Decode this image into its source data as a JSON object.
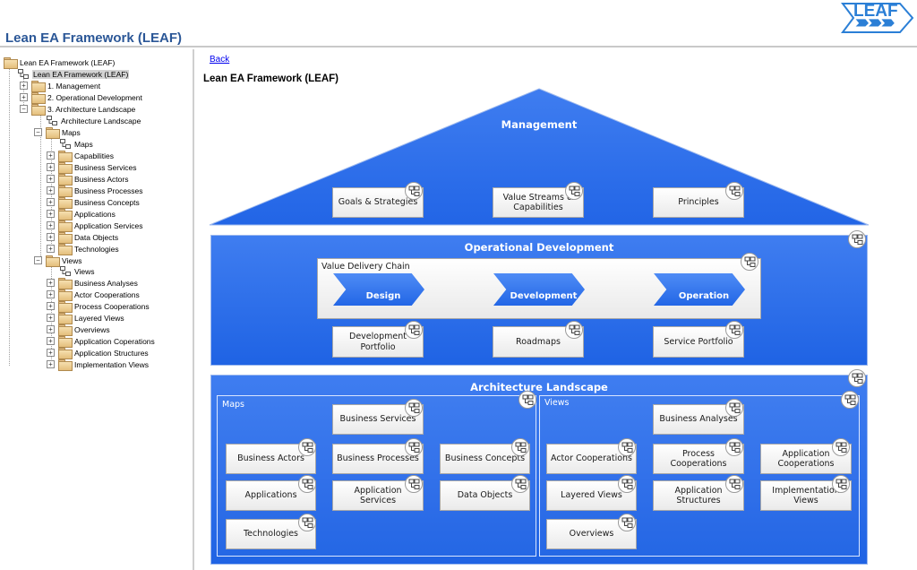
{
  "app": {
    "title": "Lean EA Framework (LEAF)",
    "logo_text": "LEAF",
    "accent_color": "#2b5797"
  },
  "tree": {
    "root": "Lean EA Framework (LEAF)",
    "root_diagram": "Lean EA Framework (LEAF)",
    "management": "1. Management",
    "operational": "2. Operational Development",
    "architecture": "3. Architecture Landscape",
    "architecture_diagram": "Architecture Landscape",
    "maps": "Maps",
    "maps_diagram": "Maps",
    "maps_items": [
      "Capabilities",
      "Business Services",
      "Business Actors",
      "Business Processes",
      "Business Concepts",
      "Applications",
      "Application Services",
      "Data Objects",
      "Technologies"
    ],
    "views": "Views",
    "views_diagram": "Views",
    "views_items": [
      "Business Analyses",
      "Actor Cooperations",
      "Process Cooperations",
      "Layered Views",
      "Overviews",
      "Application Coperations",
      "Application Structures",
      "Implementation Views"
    ]
  },
  "content": {
    "back_label": "Back",
    "diagram_title": "Lean EA Framework (LEAF)"
  },
  "diagram": {
    "colors": {
      "section_blue": "#2a6ee8",
      "box_bg": "#f4f4f4"
    },
    "management": {
      "title": "Management",
      "boxes": [
        "Goals & Strategies",
        "Value Streams & Capabilities",
        "Principles"
      ]
    },
    "operational": {
      "title": "Operational Development",
      "vdc_label": "Value Delivery Chain",
      "chain": [
        "Design",
        "Development",
        "Operation"
      ],
      "boxes": [
        "Development Portfolio",
        "Roadmaps",
        "Service Portfolio"
      ]
    },
    "architecture": {
      "title": "Architecture Landscape",
      "maps_label": "Maps",
      "views_label": "Views",
      "maps_boxes": [
        "Business Services",
        "Business Actors",
        "Business Processes",
        "Business Concepts",
        "Applications",
        "Application Services",
        "Data Objects",
        "Technologies"
      ],
      "views_boxes": [
        "Business Analyses",
        "Actor Cooperations",
        "Process Cooperations",
        "Application Cooperations",
        "Layered Views",
        "Application Structures",
        "Implementation Views",
        "Overviews"
      ]
    }
  }
}
